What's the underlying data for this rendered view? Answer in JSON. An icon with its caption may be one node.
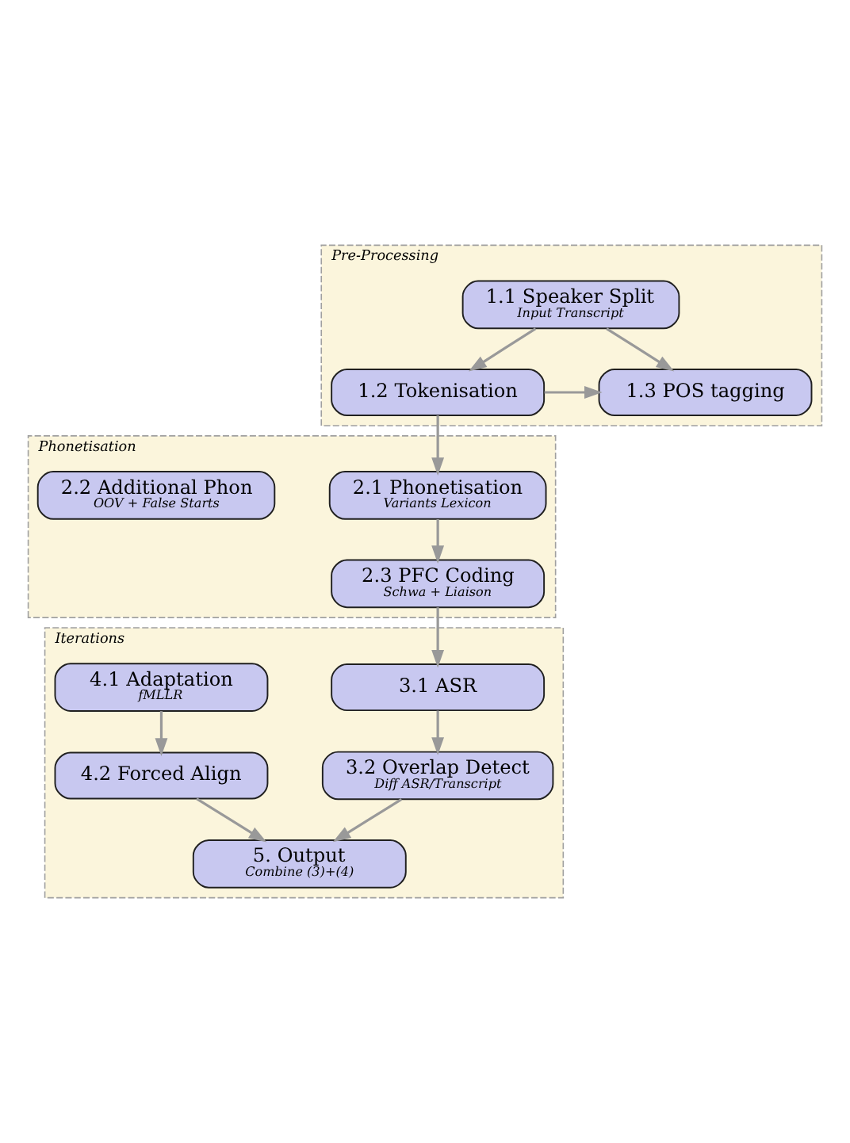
{
  "diagram": {
    "nodes": [
      {
        "text": [
          "Pre-Processing"
        ]
      },
      {
        "text": [
          "1.1 Speaker Split",
          "Input Transcript"
        ],
        "in": 0
      },
      {
        "text": [
          "1.2 Tokenisation"
        ],
        "in": 0
      },
      {
        "text": [
          "1.3 POS tagging"
        ],
        "in": 0
      },
      {
        "text": [
          "Phonetisation"
        ]
      },
      {
        "text": [
          "2.1 Phonetisation",
          "Variants Lexicon"
        ],
        "in": 4
      },
      {
        "text": [
          "2.2 Additional Phon",
          "OOV + False Starts"
        ],
        "in": 4
      },
      {
        "text": [
          "2.3 PFC Coding",
          "Schwa + Liaison"
        ],
        "in": 4
      },
      {
        "text": [
          "Iterations"
        ]
      },
      {
        "text": [
          "3.1 ASR"
        ],
        "in": 8
      },
      {
        "text": [
          "3.2 Overlap Detect",
          "Diff ASR/Transcript"
        ],
        "in": 8
      },
      {
        "text": [
          "4.1 Adaptation",
          "fMLLR"
        ],
        "in": 8
      },
      {
        "text": [
          "4.2 Forced Align"
        ],
        "in": 8
      },
      {
        "text": [
          "5. Output",
          "Combine (3)+(4)"
        ],
        "in": 8
      }
    ],
    "edges": [
      {
        "from": 1,
        "to": 2,
        "arrow": "to"
      },
      {
        "from": 1,
        "to": 3,
        "arrow": "to"
      },
      {
        "from": 2,
        "to": 3,
        "arrow": "to"
      },
      {
        "from": 2,
        "to": 5,
        "arrow": "to"
      },
      {
        "from": 5,
        "to": 7,
        "arrow": "to"
      },
      {
        "from": 7,
        "to": 9,
        "arrow": "to"
      },
      {
        "from": 9,
        "to": 10,
        "arrow": "to"
      },
      {
        "from": 11,
        "to": 12,
        "arrow": "to"
      },
      {
        "from": 10,
        "to": 13,
        "arrow": "to"
      },
      {
        "from": 12,
        "to": 13,
        "arrow": "to"
      }
    ]
  }
}
